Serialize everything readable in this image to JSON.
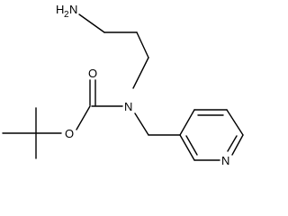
{
  "molecule": {
    "atoms": {
      "amine": {
        "element": "N",
        "hydrogens": "2",
        "label_prefix": "H",
        "label_sub": "2",
        "label_suffix": "N"
      },
      "carbamate_nitrogen": {
        "element": "N",
        "label": "N"
      },
      "carbonyl_oxygen": {
        "element": "O",
        "label": "O"
      },
      "ester_oxygen": {
        "element": "O",
        "label": "O"
      },
      "pyridine_nitrogen": {
        "element": "N",
        "label": "N"
      }
    },
    "colors": {
      "bond": "#000000",
      "label": "#000000",
      "background": "#ffffff"
    }
  }
}
